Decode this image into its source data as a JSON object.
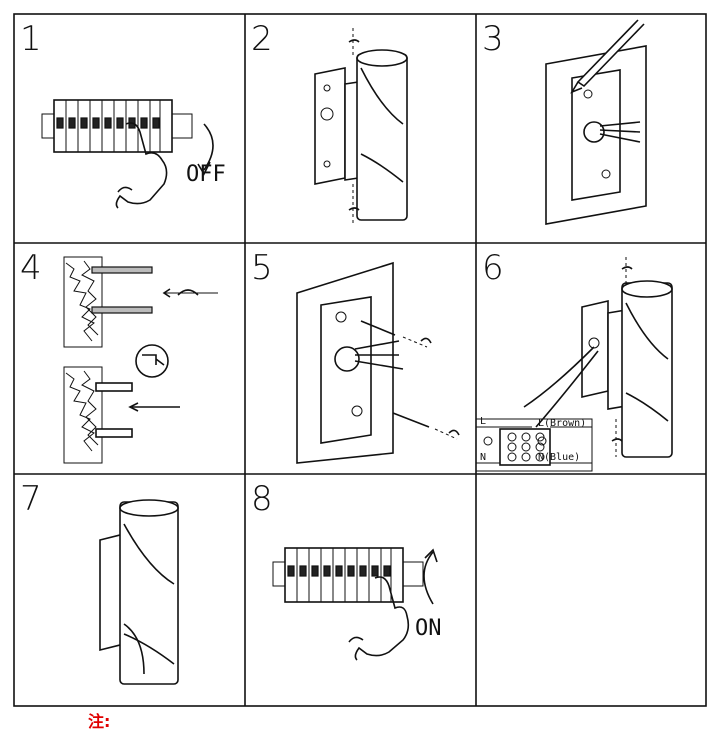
{
  "steps": [
    {
      "num": "1",
      "label": "OFF"
    },
    {
      "num": "2"
    },
    {
      "num": "3"
    },
    {
      "num": "4"
    },
    {
      "num": "5"
    },
    {
      "num": "6",
      "wiring": {
        "live": "L",
        "live_color": "L(Brown)",
        "neutral": "N",
        "neutral_color": "N(Blue)"
      }
    },
    {
      "num": "7"
    },
    {
      "num": "8",
      "label": "ON"
    },
    {
      "num": ""
    }
  ],
  "note": "注:",
  "colors": {
    "line": "#111111",
    "note": "#e00000"
  }
}
